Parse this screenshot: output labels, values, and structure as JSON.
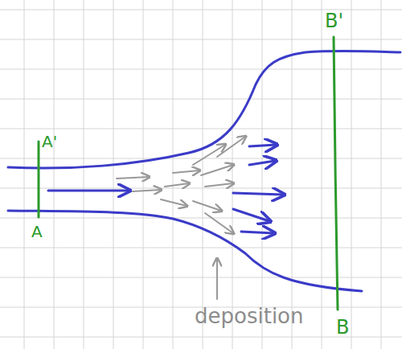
{
  "diagram": {
    "labels": [
      "A'",
      "A",
      "B'",
      "B",
      "deposition"
    ]
  }
}
